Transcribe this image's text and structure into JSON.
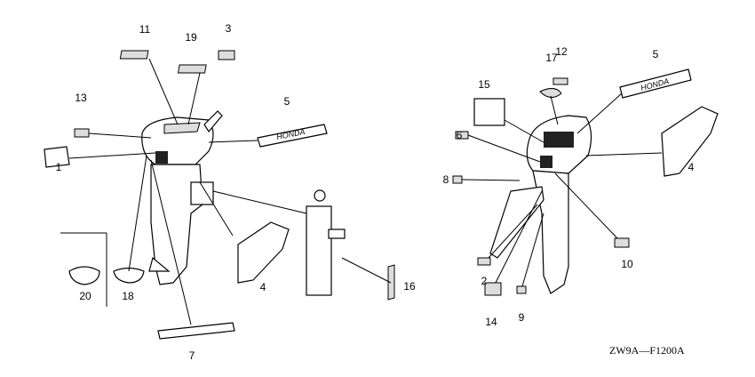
{
  "diagram": {
    "callouts_left": [
      "11",
      "19",
      "3",
      "13",
      "5",
      "1",
      "20",
      "18",
      "4",
      "7",
      "16"
    ],
    "callouts_right": [
      "15",
      "17",
      "12",
      "5",
      "6",
      "8",
      "4",
      "2",
      "10",
      "14",
      "9"
    ],
    "decal_text": "HONDA",
    "diagram_code": "ZW9A—F1200A"
  }
}
